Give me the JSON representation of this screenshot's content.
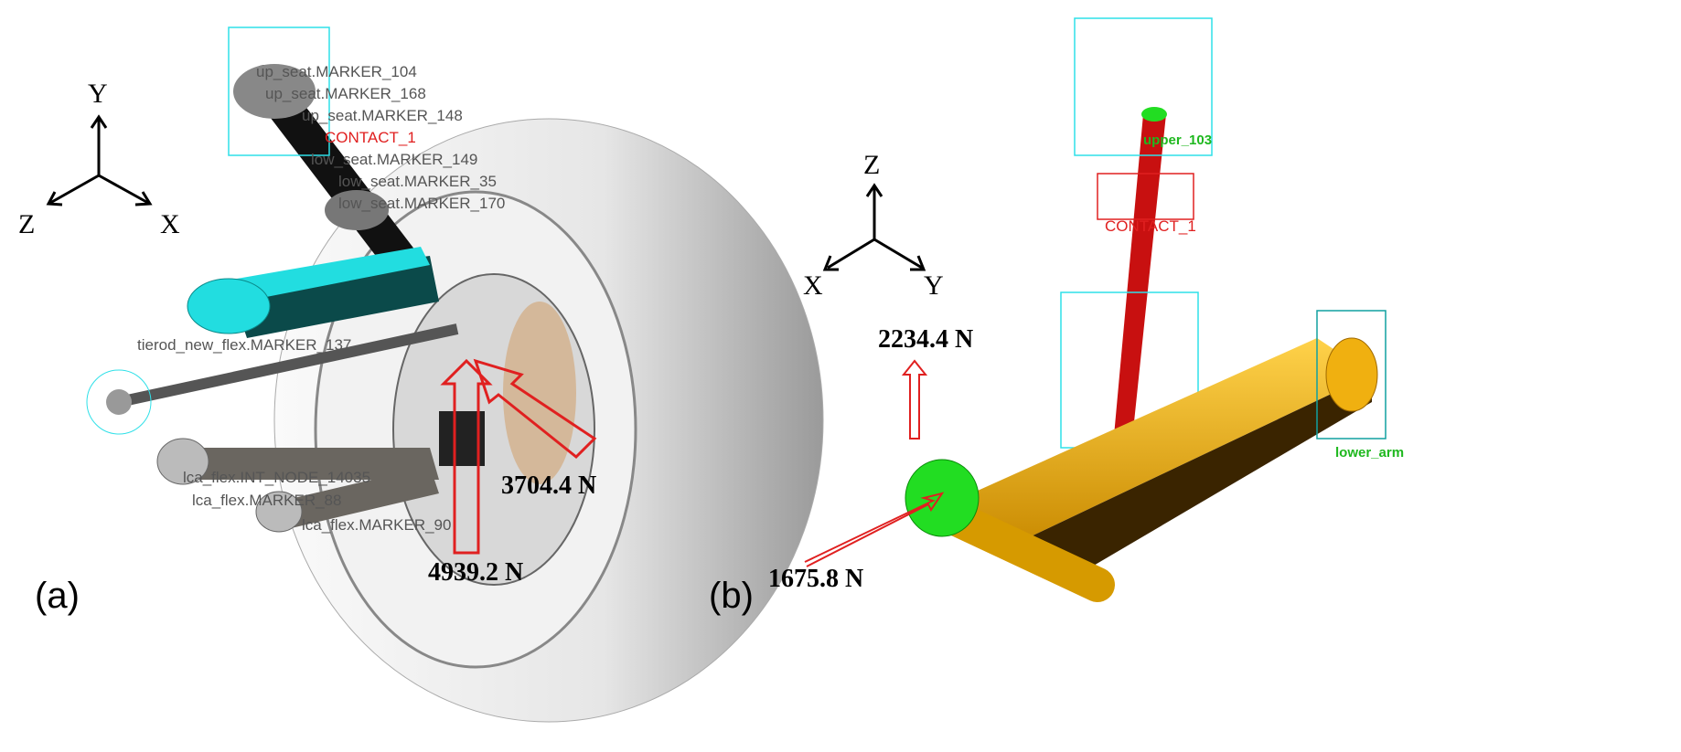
{
  "panel_a": {
    "label": "(a)",
    "axes": {
      "y": "Y",
      "z": "Z",
      "x": "X"
    },
    "markers": [
      "up_seat.MARKER_104",
      "up_seat.MARKER_168",
      "up_seat.MARKER_148",
      "low_seat.MARKER_149",
      "low_seat.MARKER_35",
      "low_seat.MARKER_170",
      "tierod_new_flex.MARKER_137",
      "lca_flex.INT_NODE_14035",
      "lca_flex.MARKER_88",
      "lca_flex.MARKER_90"
    ],
    "contact": "CONTACT_1",
    "forces": {
      "vertical": "4939.2 N",
      "lateral": "3704.4 N"
    }
  },
  "panel_b": {
    "label": "(b)",
    "axes": {
      "z": "Z",
      "x": "X",
      "y": "Y"
    },
    "markers": [
      "upper_103",
      "lower_arm"
    ],
    "contact": "CONTACT_1",
    "forces": {
      "vertical": "2234.4 N",
      "lateral": "1675.8 N"
    }
  },
  "colors": {
    "force_arrow": "#e02020",
    "marker_frame": "#2fe0e8",
    "arm_a": "#22dde0",
    "arm_b": "#f0b010",
    "bushing_b": "#22dd22",
    "strut_b": "#d01010"
  }
}
